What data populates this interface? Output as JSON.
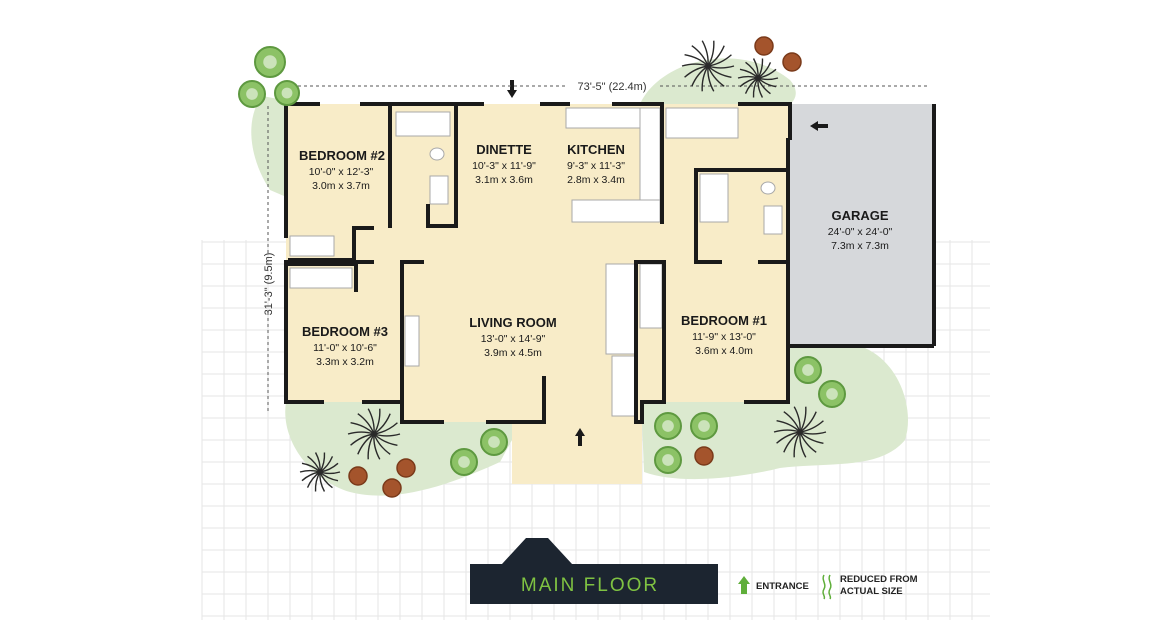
{
  "title": "MAIN FLOOR",
  "overall_width": "73'-5\" (22.4m)",
  "overall_depth": "31'-3\" (9.5m)",
  "colors": {
    "interior": "#f8ecc8",
    "garage": "#d6d8db",
    "lawn": "#dbe9cf",
    "wall": "#1a1a1a",
    "title_bg": "#1c2530",
    "title_text": "#7fc242",
    "entrance_arrow": "#5fae3a",
    "grid": "#e6e6e6"
  },
  "rooms": [
    {
      "id": "bedroom2",
      "name": "BEDROOM #2",
      "dim_imperial": "10'-0\" x 12'-3\"",
      "dim_metric": "3.0m x 3.7m"
    },
    {
      "id": "dinette",
      "name": "DINETTE",
      "dim_imperial": "10'-3\" x 11'-9\"",
      "dim_metric": "3.1m x 3.6m"
    },
    {
      "id": "kitchen",
      "name": "KITCHEN",
      "dim_imperial": "9'-3\" x 11'-3\"",
      "dim_metric": "2.8m x 3.4m"
    },
    {
      "id": "garage",
      "name": "GARAGE",
      "dim_imperial": "24'-0\" x 24'-0\"",
      "dim_metric": "7.3m x 7.3m"
    },
    {
      "id": "bedroom3",
      "name": "BEDROOM #3",
      "dim_imperial": "11'-0\" x 10'-6\"",
      "dim_metric": "3.3m x 3.2m"
    },
    {
      "id": "living",
      "name": "LIVING ROOM",
      "dim_imperial": "13'-0\" x 14'-9\"",
      "dim_metric": "3.9m x 4.5m"
    },
    {
      "id": "bedroom1",
      "name": "BEDROOM #1",
      "dim_imperial": "11'-9\" x 13'-0\"",
      "dim_metric": "3.6m x 4.0m"
    }
  ],
  "legend": {
    "entrance": "ENTRANCE",
    "reduced_line1": "REDUCED FROM",
    "reduced_line2": "ACTUAL SIZE"
  }
}
